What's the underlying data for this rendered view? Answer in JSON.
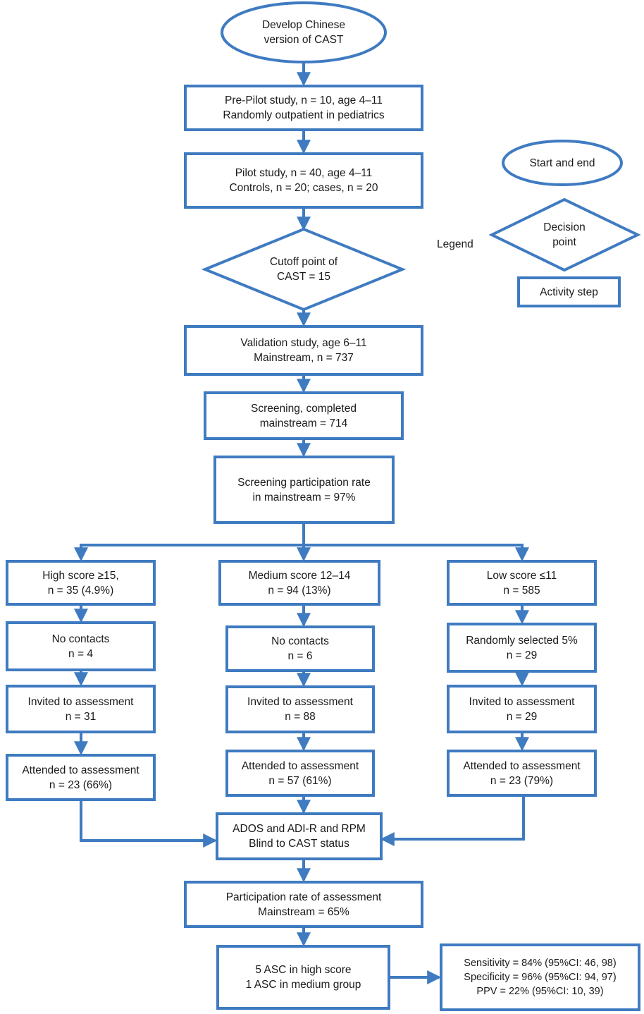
{
  "colors": {
    "stroke": "#3f7bc1",
    "text": "#1a1a1a",
    "background": "#ffffff"
  },
  "nodes": {
    "start": [
      "Develop Chinese",
      "version of CAST"
    ],
    "prepilot": [
      "Pre-Pilot study, n = 10, age 4–11",
      "Randomly outpatient in pediatrics"
    ],
    "pilot": [
      "Pilot study, n = 40, age 4–11",
      "Controls, n = 20; cases, n = 20"
    ],
    "cutoff": [
      "Cutoff point of",
      "CAST = 15"
    ],
    "validation": [
      "Validation study, age 6–11",
      "Mainstream, n = 737"
    ],
    "screening": [
      "Screening, completed",
      "mainstream = 714"
    ],
    "participation": [
      "Screening participation rate",
      "in mainstream = 97%"
    ],
    "high_score": [
      "High score ≥15,",
      "n = 35 (4.9%)"
    ],
    "medium_score": [
      "Medium score 12–14",
      "n = 94 (13%)"
    ],
    "low_score": [
      "Low score ≤11",
      "n = 585"
    ],
    "high_no_contact": [
      "No contacts",
      "n = 4"
    ],
    "medium_no_contact": [
      "No contacts",
      "n = 6"
    ],
    "low_random": [
      "Randomly selected 5%",
      "n = 29"
    ],
    "high_invited": [
      "Invited to assessment",
      "n = 31"
    ],
    "medium_invited": [
      "Invited to assessment",
      "n = 88"
    ],
    "low_invited": [
      "Invited to assessment",
      "n = 29"
    ],
    "high_attended": [
      "Attended to assessment",
      "n = 23 (66%)"
    ],
    "medium_attended": [
      "Attended to assessment",
      "n = 57 (61%)"
    ],
    "low_attended": [
      "Attended to assessment",
      "n = 23 (79%)"
    ],
    "ados": [
      "ADOS and ADI-R and RPM",
      "Blind to CAST status"
    ],
    "assessment_rate": [
      "Participation rate of assessment",
      "Mainstream = 65%"
    ],
    "asc": [
      "5 ASC in high score",
      "1 ASC in medium group"
    ],
    "stats": [
      "Sensitivity = 84% (95%CI: 46, 98)",
      "Specificity = 96% (95%CI: 94, 97)",
      "PPV = 22% (95%CI: 10, 39)"
    ]
  },
  "legend": {
    "label": "Legend",
    "start_end": "Start and end",
    "decision": [
      "Decision",
      "point"
    ],
    "activity": "Activity step"
  }
}
